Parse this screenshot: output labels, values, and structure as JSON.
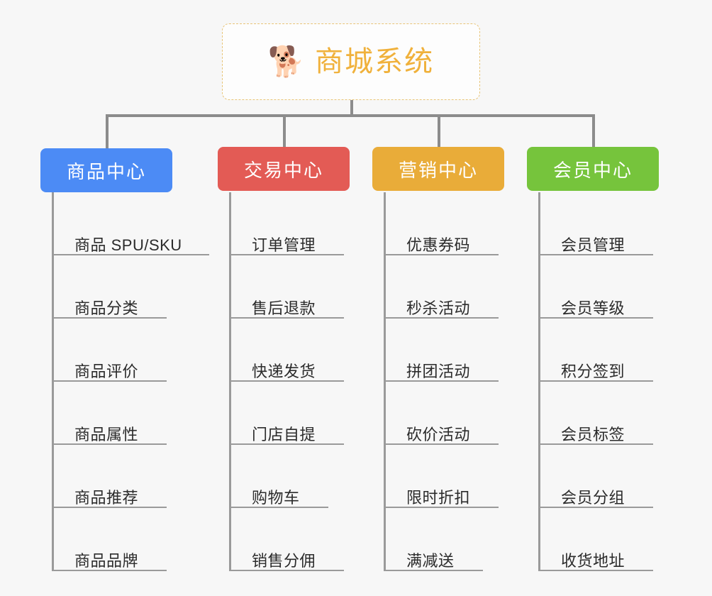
{
  "diagram": {
    "background_color": "#f7f7f7",
    "connector_color": "#8c8c8c",
    "leaf_line_color": "#9a9a9a"
  },
  "root": {
    "icon": "shiba-dog-face-emoji",
    "icon_glyph": "🐕",
    "title": "商城系统",
    "title_color": "#f0b13b",
    "border_color": "#e8c477"
  },
  "categories": [
    {
      "label": "商品中心",
      "color": "#4c8bf5",
      "items": [
        "商品 SPU/SKU",
        "商品分类",
        "商品评价",
        "商品属性",
        "商品推荐",
        "商品品牌"
      ]
    },
    {
      "label": "交易中心",
      "color": "#e35b55",
      "items": [
        "订单管理",
        "售后退款",
        "快递发货",
        "门店自提",
        "购物车",
        "销售分佣"
      ]
    },
    {
      "label": "营销中心",
      "color": "#e9ac39",
      "items": [
        "优惠券码",
        "秒杀活动",
        "拼团活动",
        "砍价活动",
        "限时折扣",
        "满减送"
      ]
    },
    {
      "label": "会员中心",
      "color": "#76c43c",
      "items": [
        "会员管理",
        "会员等级",
        "积分签到",
        "会员标签",
        "会员分组",
        "收货地址"
      ]
    }
  ]
}
